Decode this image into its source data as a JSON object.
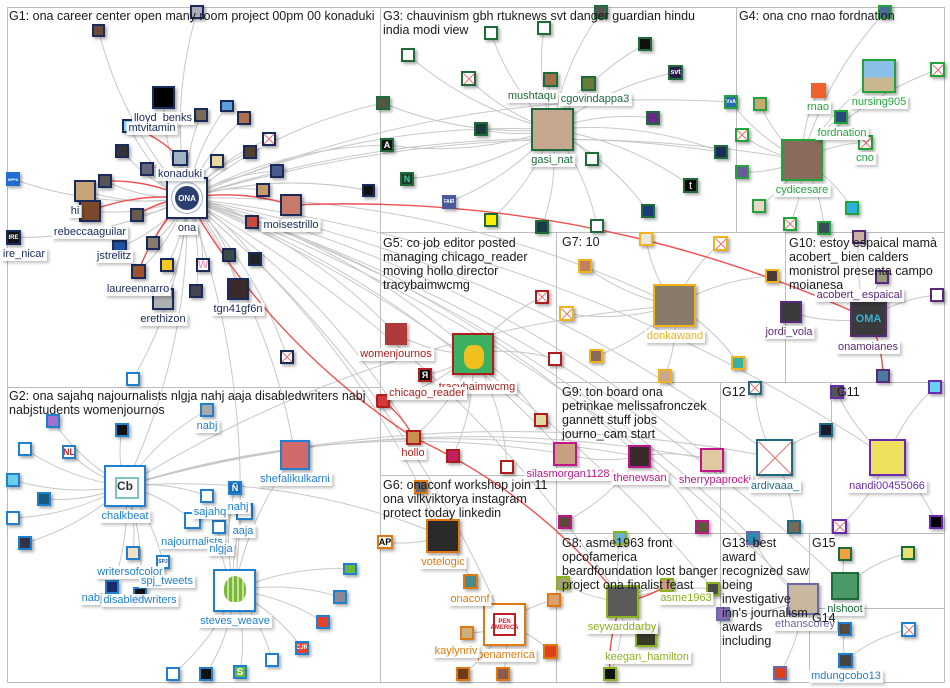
{
  "app": {
    "title": "NodeXL network graph: ona hashtag conversation"
  },
  "colors": {
    "g1": "#1a2a5a",
    "g2": "#1f7fd0",
    "g3": "#1e6b3a",
    "g4": "#21a43a",
    "g5": "#b01c1c",
    "g6": "#e07a10",
    "g7": "#f2b21c",
    "g8": "#8ab41e",
    "g9": "#c0168a",
    "g10": "#5a2a7a",
    "g11": "#6a2ab0",
    "g12": "#1f6a80",
    "g13": "#6a6aa8",
    "g14": "#1f7fd0",
    "g15": "#1e6b3a",
    "edge": "#c8c8c8",
    "edge_highlight": "#f05050",
    "group_border": "#bdbdbd"
  },
  "groups": [
    {
      "id": "G1",
      "title": "G1: ona career center open many room project 00pm 00 konaduki"
    },
    {
      "id": "G2",
      "title": "G2: ona sajahq najournalists nlgja nahj aaja disabledwriters nabj nabjstudents womenjournos"
    },
    {
      "id": "G3",
      "title": "G3: chauvinism gbh rtuknews svt danger guardian hindu india modi view"
    },
    {
      "id": "G4",
      "title": "G4: ona cno rnao fordnation"
    },
    {
      "id": "G5",
      "title": "G5: co job editor posted managing chicago_reader moving hollo director tracybaimwcmg"
    },
    {
      "id": "G6",
      "title": "G6: onaconf workshop join 11 ona vilkviktorya instagram protect today linkedin"
    },
    {
      "id": "G7",
      "title": "G7: 10"
    },
    {
      "id": "G8",
      "title": "G8: asme1963 front opcofamerica beardfoundation lost banger project ona finalist feast"
    },
    {
      "id": "G9",
      "title": "G9: ton board ona petrinkae melissafronczek gannett stuff jobs journo_cam start"
    },
    {
      "id": "G10",
      "title": "G10: estoy espaical mamà acobert_ bien calders monistrol presenta campo moianesa"
    },
    {
      "id": "G11",
      "title": "G11"
    },
    {
      "id": "G12",
      "title": "G12"
    },
    {
      "id": "G13",
      "title": "G13: best award recognized saw being investigative inn's journalism awards including"
    },
    {
      "id": "G14",
      "title": "G14"
    },
    {
      "id": "G15",
      "title": "G15"
    }
  ],
  "labels": {
    "lloyd_benks": "lloyd_benks",
    "mtvitamin": "mtvitamin",
    "konaduki": "konaduki",
    "hi": "hi",
    "rebeccaaguilar": "rebeccaaguilar",
    "ire_nicar": "ire_nicar",
    "jstrelitz": "jstrelitz",
    "ona": "ona",
    "moisestrillo": "moisestrillo",
    "laureennarro": "laureennarro",
    "erethizon": "erethizon",
    "tgn41gf6n": "tgn41gf6n",
    "chalkbeat": "chalkbeat",
    "nabj": "nabj",
    "shefalikulkarni": "shefalikulkarni",
    "sajahq": "sajahq",
    "nahj": "nahj",
    "aaja": "aaja",
    "najournalists": "najournalists",
    "nlgja": "nlgja",
    "writersofcolor": "writersofcolor",
    "spj_tweets": "spj_tweets",
    "nabjstudents": "nabj",
    "disabledwriters": "disabledwriters",
    "steves_weave": "steves_weave",
    "mushtaqueasari": "mushtaqu",
    "cgovindappa3": "cgovindappa3",
    "gasi_nat": "gasi_nat",
    "rnao": "rnao",
    "nursing905": "nursing905",
    "fordnation": "fordnation",
    "cno": "cno",
    "cydicesare": "cydicesare",
    "womenjournos": "womenjournos",
    "chicago_reader": "chicago_reader",
    "tracybaimwcmg": "tracybaimwcmg",
    "hollo": "hollo",
    "donkawand": "donkawand",
    "jordi_vola": "jordi_vola",
    "acobert_": "acobert_",
    "espaical": "espaical",
    "onamoianes": "onamoianes",
    "silasmorgan1128": "silasmorgan1128",
    "thenewsan": "thenewsan",
    "sherrypaprocki": "sherrypaprocki",
    "ardivaaa_": "ardivaaa_",
    "nandi00455066": "nandi00455066",
    "votelogic": "votelogic",
    "onaconf": "onaconf",
    "kaylynrivera": "kaylynriv",
    "penamerica": "penamerica",
    "asme1963": "asme1963",
    "seywarddarby": "seywarddarby",
    "keegan_hamilton": "keegan_hamilton",
    "ethanscorey": "ethanscorey",
    "nlshoot": "nlshoot",
    "mdungcobo13": "mdungcobo13"
  },
  "node_glyphs": {
    "ona_logo": "ONA",
    "chalkbeat_logo": "Cb",
    "nl_logo": "NL",
    "cjr_logo": "CJR",
    "ap_logo": "AP",
    "svt_logo": "svt",
    "t_logo": "t",
    "a_logo": "A",
    "n_logo": "N",
    "fair_logo": "FAIR",
    "ire_logo": "IRE",
    "nppa_logo": "NPPA",
    "vox_logo": "VxA",
    "pen_logo": "PEN AMERICA",
    "s_logo": "S",
    "r_logo": "Я",
    "onamoianes_logo": "OMA",
    "spj_logo": "SPJ"
  }
}
